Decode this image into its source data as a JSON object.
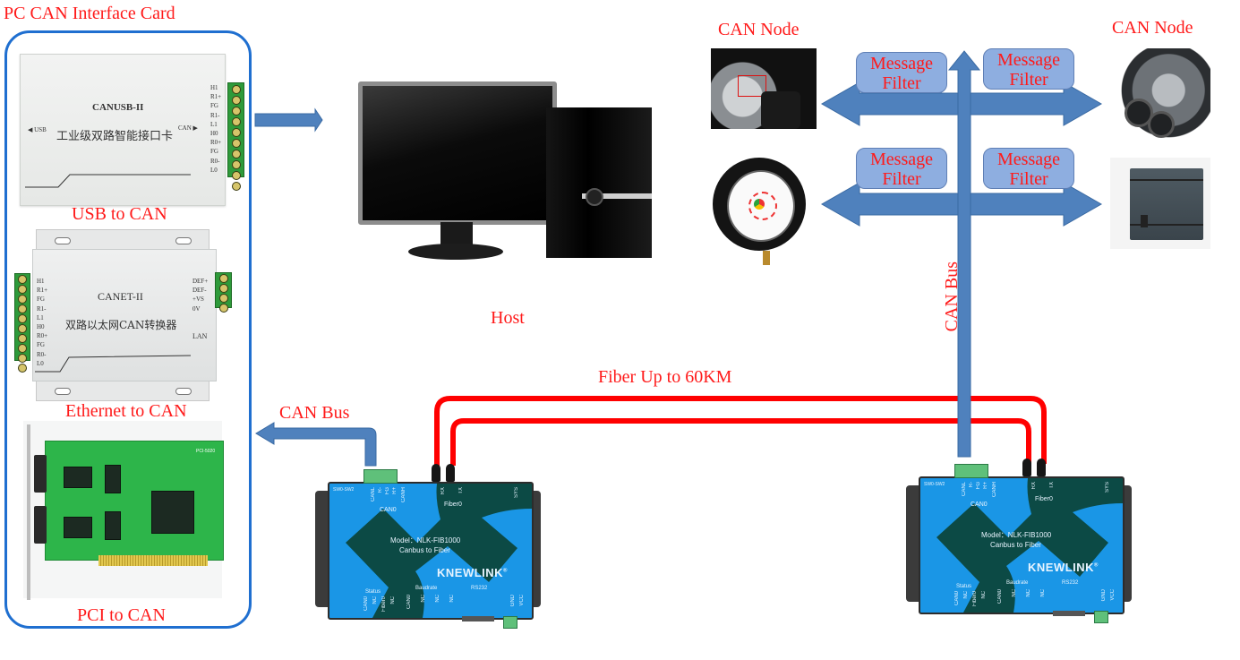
{
  "diagram": {
    "title": "PC CAN Interface Card",
    "interface_cards": [
      {
        "label": "USB to CAN",
        "device_model": "CANUSB-II",
        "device_subtitle": "工业级双路智能接口卡",
        "left_port": "◀ USB",
        "right_port": "CAN ▶",
        "pins": [
          "H1",
          "R1+",
          "FG",
          "R1-",
          "L1",
          "H0",
          "R0+",
          "FG",
          "R0-",
          "L0"
        ]
      },
      {
        "label": "Ethernet to CAN",
        "device_model": "CANET-II",
        "device_subtitle": "双路以太网CAN转换器",
        "left_pins": [
          "H1",
          "R1+",
          "FG",
          "R1-",
          "L1",
          "H0",
          "R0+",
          "FG",
          "R0-",
          "L0"
        ],
        "right_pins": [
          "DEF+",
          "DEF-",
          "+VS",
          "0V"
        ],
        "port_label": "LAN"
      },
      {
        "label": "PCI to CAN",
        "board_label": "PCI-5020"
      }
    ],
    "host": {
      "label": "Host"
    },
    "can_nodes": [
      {
        "label": "CAN Node",
        "device": "tire-pressure-sensor"
      },
      {
        "label": "CAN Node",
        "device": "engine"
      },
      {
        "device": "pressure-gauge"
      },
      {
        "device": "plc-controller"
      }
    ],
    "message_filters": [
      {
        "line1": "Message",
        "line2": "Filter"
      },
      {
        "line1": "Message",
        "line2": "Filter"
      },
      {
        "line1": "Message",
        "line2": "Filter"
      },
      {
        "line1": "Message",
        "line2": "Filter"
      }
    ],
    "links": {
      "can_bus_left": "CAN Bus",
      "can_bus_vertical": "CAN Bus",
      "fiber": "Fiber Up to 60KM"
    },
    "converter": {
      "brand": "KNEWLINK",
      "registered": "®",
      "model_line": "Model：NLK-FIB1000",
      "description": "Canbus to Fiber",
      "top_labels": {
        "switch": "SW0-SW2",
        "can_pins": [
          "CANL",
          "R-",
          "FG",
          "R+",
          "CANH"
        ],
        "can_group": "CAN0",
        "fiber_pins": [
          "RX",
          "TX"
        ],
        "fiber_group": "Fiber0",
        "sys": "SYS"
      },
      "bottom_labels": {
        "status_group": "Status",
        "status_pins": [
          "CAN0",
          "NC",
          "Fiber0",
          "NC"
        ],
        "baudrate_group": "Baudrate",
        "baudrate_pins": [
          "CAN0",
          "NC",
          "NC",
          "NC"
        ],
        "rs232_group": "RS232",
        "power_pins": [
          "GND",
          "VCC"
        ]
      }
    },
    "colors": {
      "label_red": "#ff1a1a",
      "arrow_blue": "#4f81bd",
      "box_blue": "#1f6fd0",
      "fiber_red": "#ff0000",
      "filter_fill": "#8eaee0",
      "device_teal": "#0c4a45",
      "device_cyan": "#1a96e6"
    }
  }
}
